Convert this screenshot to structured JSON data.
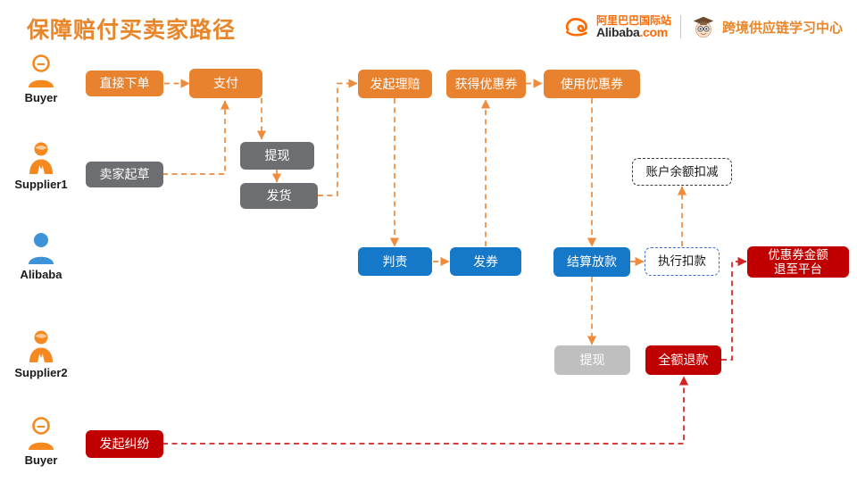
{
  "header": {
    "title": "保障赔付买卖家路径",
    "brand": {
      "alibaba_cn": "阿里巴巴国际站",
      "alibaba_en": "Alibaba",
      "alibaba_tld": ".com",
      "center_name": "跨境供应链学习中心"
    }
  },
  "colors": {
    "orange": "#e8822e",
    "title_orange": "#e8862b",
    "gray": "#6d6e71",
    "gray_light": "#bfbfbf",
    "blue": "#1578c8",
    "red": "#c00000",
    "dash_dark": "#3a3a3a",
    "dash_blue": "#3b6fd4",
    "link_orange": "#ef8b3c",
    "link_red": "#d42222"
  },
  "actors": [
    {
      "id": "buyer-top",
      "label": "Buyer",
      "icon": "person-buyer-icon",
      "color": "#f5881f"
    },
    {
      "id": "supplier1",
      "label": "Supplier1",
      "icon": "person-supplier-icon",
      "color": "#f5881f"
    },
    {
      "id": "alibaba",
      "label": "Alibaba",
      "icon": "person-alibaba-icon",
      "color": "#3d92d8"
    },
    {
      "id": "supplier2",
      "label": "Supplier2",
      "icon": "person-supplier-icon",
      "color": "#f5881f"
    },
    {
      "id": "buyer-bottom",
      "label": "Buyer",
      "icon": "person-buyer-icon",
      "color": "#f5881f"
    }
  ],
  "nodes": [
    {
      "id": "place-order",
      "label": "直接下单",
      "style": "orange"
    },
    {
      "id": "payment",
      "label": "支付",
      "style": "orange"
    },
    {
      "id": "initiate-claim",
      "label": "发起理赔",
      "style": "orange"
    },
    {
      "id": "obtain-coupon",
      "label": "获得优惠券",
      "style": "orange"
    },
    {
      "id": "use-coupon",
      "label": "使用优惠券",
      "style": "orange"
    },
    {
      "id": "seller-draft",
      "label": "卖家起草",
      "style": "gray"
    },
    {
      "id": "withdraw-top",
      "label": "提现",
      "style": "gray"
    },
    {
      "id": "ship-goods",
      "label": "发货",
      "style": "gray"
    },
    {
      "id": "balance-deduct",
      "label": "账户余额扣减",
      "style": "dash-dark"
    },
    {
      "id": "judge-liability",
      "label": "判责",
      "style": "blue"
    },
    {
      "id": "issue-coupon",
      "label": "发券",
      "style": "blue"
    },
    {
      "id": "settle-payout",
      "label": "结算放款",
      "style": "blue"
    },
    {
      "id": "execute-deduct",
      "label": "执行扣款",
      "style": "dash-blue"
    },
    {
      "id": "coupon-return",
      "label": "优惠券金额\n退至平台",
      "line1": "优惠券金额",
      "line2": "退至平台",
      "style": "red"
    },
    {
      "id": "withdraw-bottom",
      "label": "提现",
      "style": "gray-light"
    },
    {
      "id": "full-refund",
      "label": "全额退款",
      "style": "red"
    },
    {
      "id": "initiate-dispute",
      "label": "发起纠纷",
      "style": "red"
    }
  ],
  "links": [
    {
      "id": "place-order-to-payment",
      "from": "place-order",
      "to": "payment",
      "color": "orange"
    },
    {
      "id": "payment-to-withdraw-top",
      "from": "payment",
      "to": "withdraw-top",
      "color": "orange"
    },
    {
      "id": "seller-draft-to-payment",
      "from": "seller-draft",
      "to": "payment",
      "color": "orange"
    },
    {
      "id": "withdraw-top-to-ship-goods",
      "from": "withdraw-top",
      "to": "ship-goods",
      "color": "orange"
    },
    {
      "id": "ship-goods-to-initiate-claim",
      "from": "ship-goods",
      "to": "initiate-claim",
      "color": "orange"
    },
    {
      "id": "claim-to-judge",
      "from": "initiate-claim",
      "to": "judge-liability",
      "color": "orange"
    },
    {
      "id": "judge-to-issue-coupon",
      "from": "judge-liability",
      "to": "issue-coupon",
      "color": "orange"
    },
    {
      "id": "issue-coupon-to-obtain",
      "from": "issue-coupon",
      "to": "obtain-coupon",
      "color": "orange"
    },
    {
      "id": "obtain-to-use-coupon",
      "from": "obtain-coupon",
      "to": "use-coupon",
      "color": "orange"
    },
    {
      "id": "use-coupon-to-settle",
      "from": "use-coupon",
      "to": "settle-payout",
      "color": "orange"
    },
    {
      "id": "settle-to-execute-deduct",
      "from": "settle-payout",
      "to": "execute-deduct",
      "color": "orange"
    },
    {
      "id": "execute-deduct-to-balance",
      "from": "execute-deduct",
      "to": "balance-deduct",
      "color": "orange"
    },
    {
      "id": "settle-to-withdraw-bottom",
      "from": "settle-payout",
      "to": "withdraw-bottom",
      "color": "orange"
    },
    {
      "id": "refund-to-coupon-return",
      "from": "full-refund",
      "to": "coupon-return",
      "color": "red"
    },
    {
      "id": "dispute-to-full-refund",
      "from": "initiate-dispute",
      "to": "full-refund",
      "color": "red"
    }
  ]
}
